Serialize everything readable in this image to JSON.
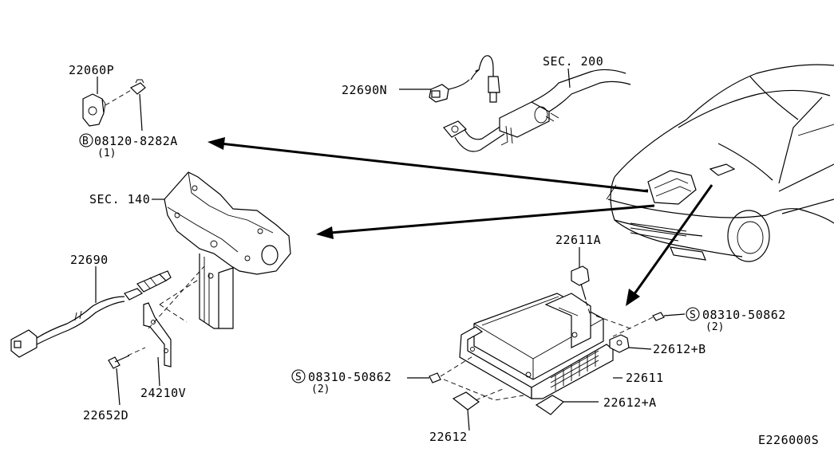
{
  "diagram": {
    "figure_code": "E226000S",
    "labels": {
      "p22060p": "22060P",
      "bolt_code": "08120-8282A",
      "bolt_qty": "(1)",
      "bolt_symbol": "B",
      "p22690n": "22690N",
      "sec200": "SEC. 200",
      "sec140": "SEC. 140",
      "p22690": "22690",
      "p24210v": "24210V",
      "p22652d": "22652D",
      "p22611a": "22611A",
      "screw_right_code": "08310-50862",
      "screw_right_qty": "(2)",
      "screw_symbol": "S",
      "p22612b": "22612+B",
      "p22611": "22611",
      "screw_left_code": "08310-50862",
      "screw_left_qty": "(2)",
      "p22612a": "22612+A",
      "p22612": "22612"
    }
  }
}
